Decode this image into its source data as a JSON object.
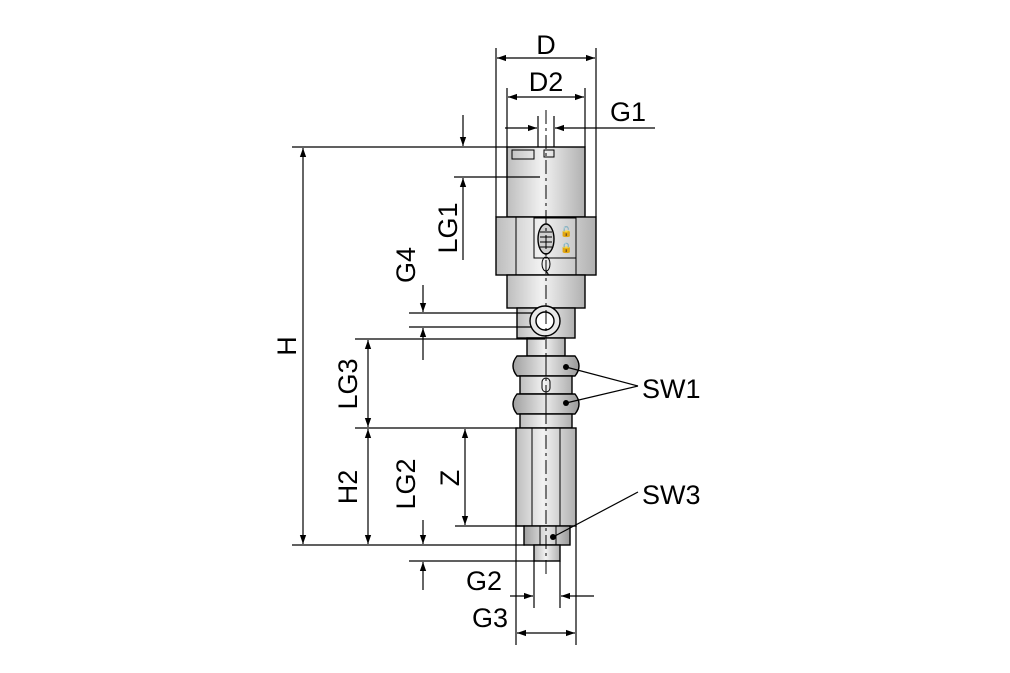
{
  "labels": {
    "D": "D",
    "D2": "D2",
    "G1": "G1",
    "LG1": "LG1",
    "G4": "G4",
    "H": "H",
    "LG3": "LG3",
    "SW1": "SW1",
    "H2": "H2",
    "LG2": "LG2",
    "Z": "Z",
    "SW3": "SW3",
    "G2": "G2",
    "G3": "G3"
  },
  "colors": {
    "line": "#000000",
    "body_light": "#e6e6e6",
    "body_mid": "#cfcfcf",
    "body_dark": "#a9a9a9",
    "background": "#ffffff"
  }
}
